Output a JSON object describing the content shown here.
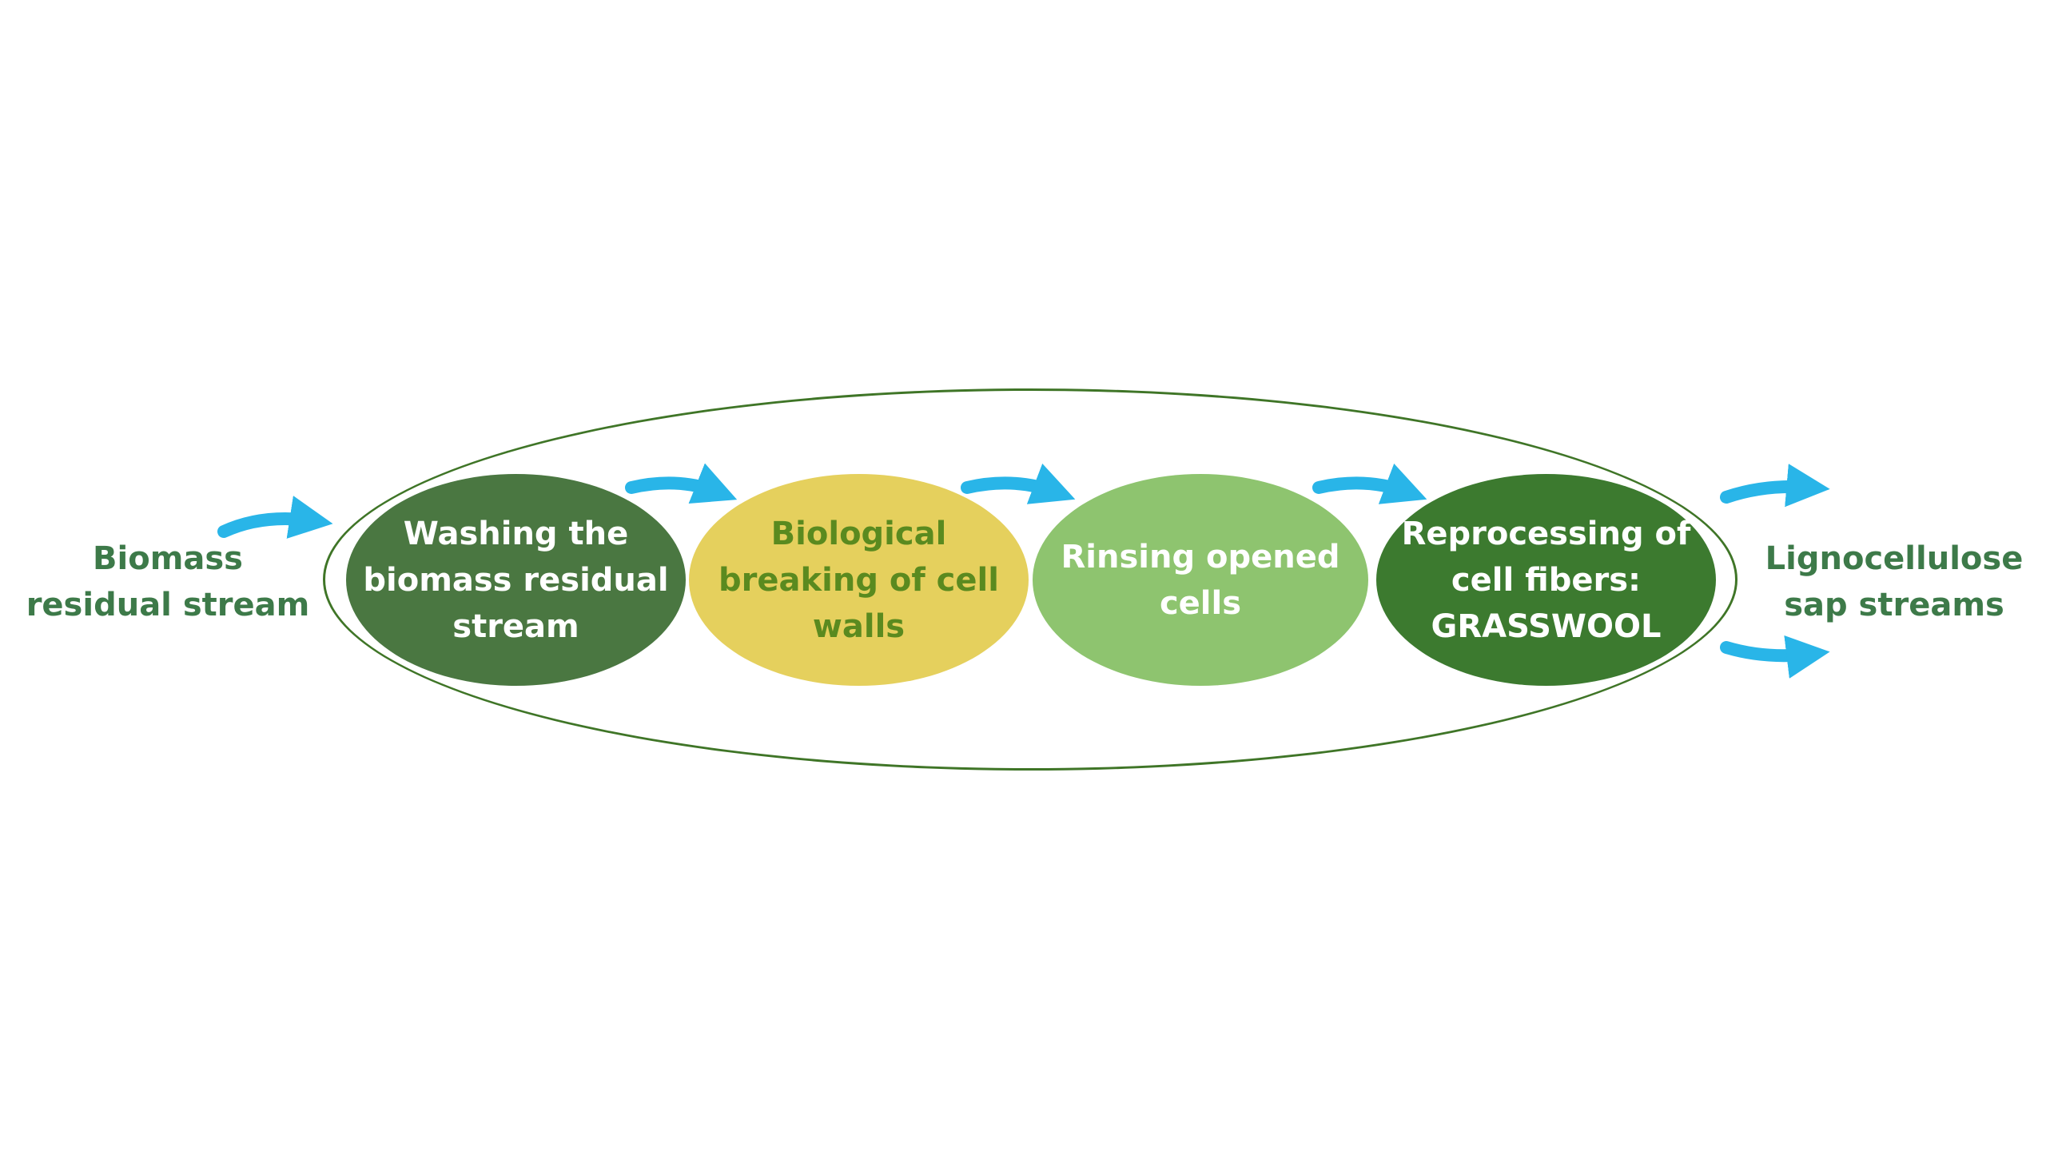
{
  "input_label": "Biomass residual stream",
  "output_label": "Lignocellulose sap streams",
  "steps": [
    {
      "label": "Washing the biomass residual stream",
      "fill": "#4a7741",
      "text_color": "#ffffff"
    },
    {
      "label": "Biological breaking of cell walls",
      "fill": "#e5d05d",
      "text_color": "#5a8a1f"
    },
    {
      "label": "Rinsing opened cells",
      "fill": "#8ec46f",
      "text_color": "#ffffff"
    },
    {
      "label": "Reprocessing of cell fibers: GRASSWOOL",
      "fill": "#3c7a2f",
      "text_color": "#ffffff"
    }
  ],
  "colors": {
    "arrow": "#29b5e8",
    "outer_ring": "#3f7527",
    "side_text": "#3d7a49"
  }
}
